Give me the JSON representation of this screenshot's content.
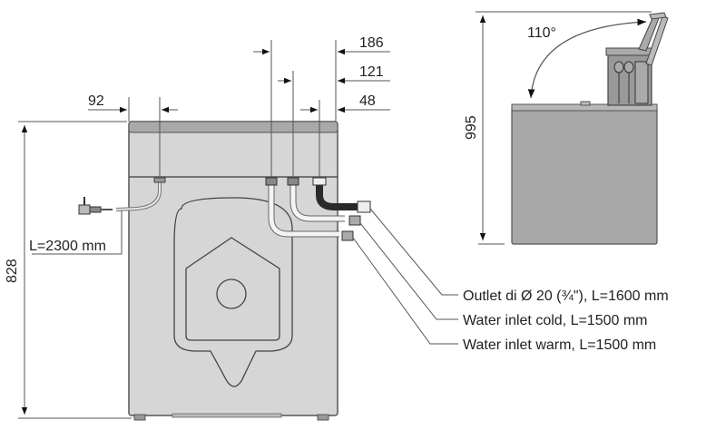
{
  "front_view": {
    "dim_height": "828",
    "dim_power_offset": "92",
    "dim_hose_offsets": [
      "186",
      "121",
      "48"
    ],
    "power_cable_label": "L=2300 mm"
  },
  "side_view": {
    "dim_height": "995",
    "lid_angle": "110°"
  },
  "callouts": [
    "Outlet di Ø 20 (¾\"), L=1600 mm",
    "Water inlet cold, L=1500 mm",
    "Water inlet warm, L=1500 mm"
  ],
  "colors": {
    "body_fill": "#d6d6d6",
    "top_band": "#a9a9a9",
    "side_body": "#a8a8a8",
    "line": "#444444",
    "drain_hose": "#2a2a2a"
  }
}
